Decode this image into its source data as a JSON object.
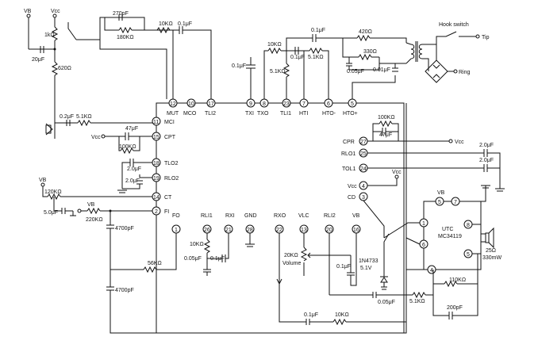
{
  "supply": {
    "vb": "VB",
    "vcc": "Vcc"
  },
  "ic_pins": [
    {
      "num": "12",
      "name": "MUT"
    },
    {
      "num": "10",
      "name": "MCO"
    },
    {
      "num": "17",
      "name": "TLI2"
    },
    {
      "num": "9",
      "name": "TXI"
    },
    {
      "num": "8",
      "name": "TXO"
    },
    {
      "num": "23",
      "name": "TLI1"
    },
    {
      "num": "7",
      "name": "HTI"
    },
    {
      "num": "6",
      "name": "HTO-"
    },
    {
      "num": "5",
      "name": "HTO+"
    },
    {
      "num": "11",
      "name": "MCI"
    },
    {
      "num": "15",
      "name": "CPT"
    },
    {
      "num": "18",
      "name": "TLO2"
    },
    {
      "num": "19",
      "name": "RLO2"
    },
    {
      "num": "14",
      "name": "CT"
    },
    {
      "num": "2",
      "name": "FI"
    },
    {
      "num": "1",
      "name": "FO"
    },
    {
      "num": "26",
      "name": "RLI1"
    },
    {
      "num": "21",
      "name": "RXI"
    },
    {
      "num": "28",
      "name": "GND"
    },
    {
      "num": "22",
      "name": "RXO"
    },
    {
      "num": "13",
      "name": "VLC"
    },
    {
      "num": "20",
      "name": "RLI2"
    },
    {
      "num": "16",
      "name": "VB"
    },
    {
      "num": "27",
      "name": "CPR"
    },
    {
      "num": "25",
      "name": "RLO1"
    },
    {
      "num": "24",
      "name": "TOL1"
    },
    {
      "num": "4",
      "name": "Vcc"
    },
    {
      "num": "3",
      "name": "CD"
    }
  ],
  "components": {
    "c_270pf": "270pF",
    "r_180k": "180KΩ",
    "r_10k_top": "10KΩ",
    "c_01u_top": "0.1μF",
    "r_1k": "1kΩ",
    "c_20u_left": "20μF",
    "r_620": "620Ω",
    "c_01u_txi": "0.1μF",
    "r_10k_txo": "10KΩ",
    "c_01u_tli1": "0.1μF",
    "r_51k_tli1": "5.1KΩ",
    "c_01u_hti": "0.1μF",
    "r_51k_hti": "5.1KΩ",
    "r_420": "420Ω",
    "r_330": "330Ω",
    "c_005u_hto": "0.05μF",
    "c_001u": "0.01μF",
    "c_02u_mic": "0.2μF",
    "r_51k_mic": "5.1KΩ",
    "c_47u_cpt": "47μF",
    "r_100k_cpt": "100KΩ",
    "c_2u_tlo2": "2.0μF",
    "c_2u_rlo2": "2.0μF",
    "r_120k": "120KΩ",
    "c_5u": "5.0μF",
    "r_220k": "220KΩ",
    "c_4700p_1": "4700pF",
    "c_4700p_2": "4700pF",
    "r_56k": "56KΩ",
    "r_10k_rli1": "10KΩ",
    "c_005u_rli1": "0.05μF",
    "c_01u_rxi": "0.1μF",
    "pot_20k": "20KΩ",
    "pot_label": "Volume",
    "zener": "1N4733",
    "zener_v": "5.1V",
    "c_01u_vlc": "0.1μF",
    "r_100k_cpr": "100KΩ",
    "c_47u_cpr": "47μF",
    "c_2u_rlo1": "2.0μF",
    "c_2u_tol1": "2.0μF",
    "r_110k": "110KΩ",
    "c_005u_bot": "0.05μF",
    "r_51k_bot": "5.1KΩ",
    "c_200p": "200pF",
    "c_01u_bot": "0.1μF",
    "r_10k_bot": "10KΩ",
    "spk_ohm": "25Ω",
    "spk_w": "330mW"
  },
  "hook": {
    "switch": "Hook\nswitch",
    "tip": "Tip",
    "ring": "Ring"
  },
  "amp": {
    "name": "UTC",
    "part": "MC34119",
    "vb": "VB",
    "pins": [
      "5",
      "7",
      "1",
      "8",
      "6",
      "5",
      "4"
    ]
  }
}
